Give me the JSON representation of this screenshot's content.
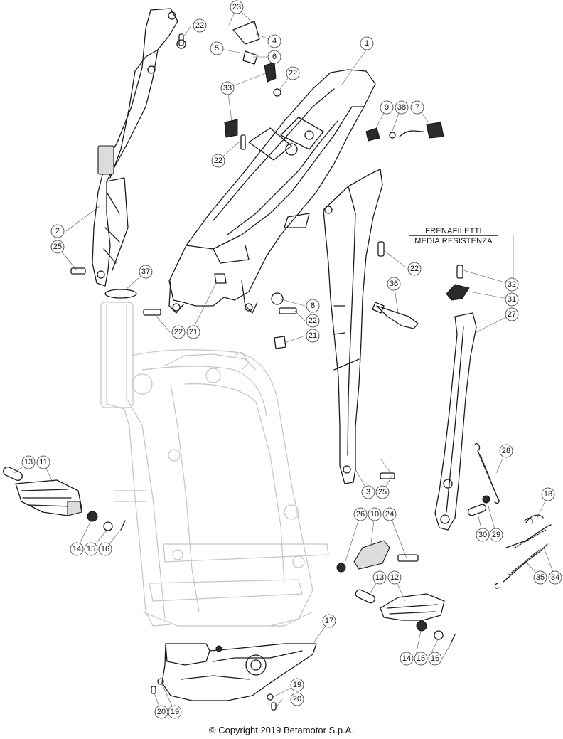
{
  "note": {
    "line1": "FRENAFILETTI",
    "line2": "MEDIA RESISTENZA"
  },
  "copyright": "© Copyright 2019 Betamotor S.p.A.",
  "callouts": [
    {
      "id": "c1",
      "label": "1"
    },
    {
      "id": "c2",
      "label": "2"
    },
    {
      "id": "c3",
      "label": "3"
    },
    {
      "id": "c4",
      "label": "4"
    },
    {
      "id": "c5",
      "label": "5"
    },
    {
      "id": "c6",
      "label": "6"
    },
    {
      "id": "c7",
      "label": "7"
    },
    {
      "id": "c8",
      "label": "8"
    },
    {
      "id": "c9",
      "label": "9"
    },
    {
      "id": "c10",
      "label": "10"
    },
    {
      "id": "c11",
      "label": "11"
    },
    {
      "id": "c12",
      "label": "12"
    },
    {
      "id": "c13a",
      "label": "13"
    },
    {
      "id": "c13b",
      "label": "13"
    },
    {
      "id": "c14a",
      "label": "14"
    },
    {
      "id": "c14b",
      "label": "14"
    },
    {
      "id": "c15a",
      "label": "15"
    },
    {
      "id": "c15b",
      "label": "15"
    },
    {
      "id": "c16a",
      "label": "16"
    },
    {
      "id": "c16b",
      "label": "16"
    },
    {
      "id": "c17",
      "label": "17"
    },
    {
      "id": "c18",
      "label": "18"
    },
    {
      "id": "c19a",
      "label": "19"
    },
    {
      "id": "c19b",
      "label": "19"
    },
    {
      "id": "c20a",
      "label": "20"
    },
    {
      "id": "c20b",
      "label": "20"
    },
    {
      "id": "c21a",
      "label": "21"
    },
    {
      "id": "c21b",
      "label": "21"
    },
    {
      "id": "c22a",
      "label": "22"
    },
    {
      "id": "c22b",
      "label": "22"
    },
    {
      "id": "c22c",
      "label": "22"
    },
    {
      "id": "c22d",
      "label": "22"
    },
    {
      "id": "c22e",
      "label": "22"
    },
    {
      "id": "c22f",
      "label": "22"
    },
    {
      "id": "c23",
      "label": "23"
    },
    {
      "id": "c24",
      "label": "24"
    },
    {
      "id": "c25a",
      "label": "25"
    },
    {
      "id": "c25b",
      "label": "25"
    },
    {
      "id": "c26",
      "label": "26"
    },
    {
      "id": "c27",
      "label": "27"
    },
    {
      "id": "c28",
      "label": "28"
    },
    {
      "id": "c29",
      "label": "29"
    },
    {
      "id": "c30",
      "label": "30"
    },
    {
      "id": "c31",
      "label": "31"
    },
    {
      "id": "c32",
      "label": "32"
    },
    {
      "id": "c33",
      "label": "33"
    },
    {
      "id": "c34",
      "label": "34"
    },
    {
      "id": "c35",
      "label": "35"
    },
    {
      "id": "c36",
      "label": "36"
    },
    {
      "id": "c37",
      "label": "37"
    },
    {
      "id": "c38",
      "label": "38"
    }
  ]
}
